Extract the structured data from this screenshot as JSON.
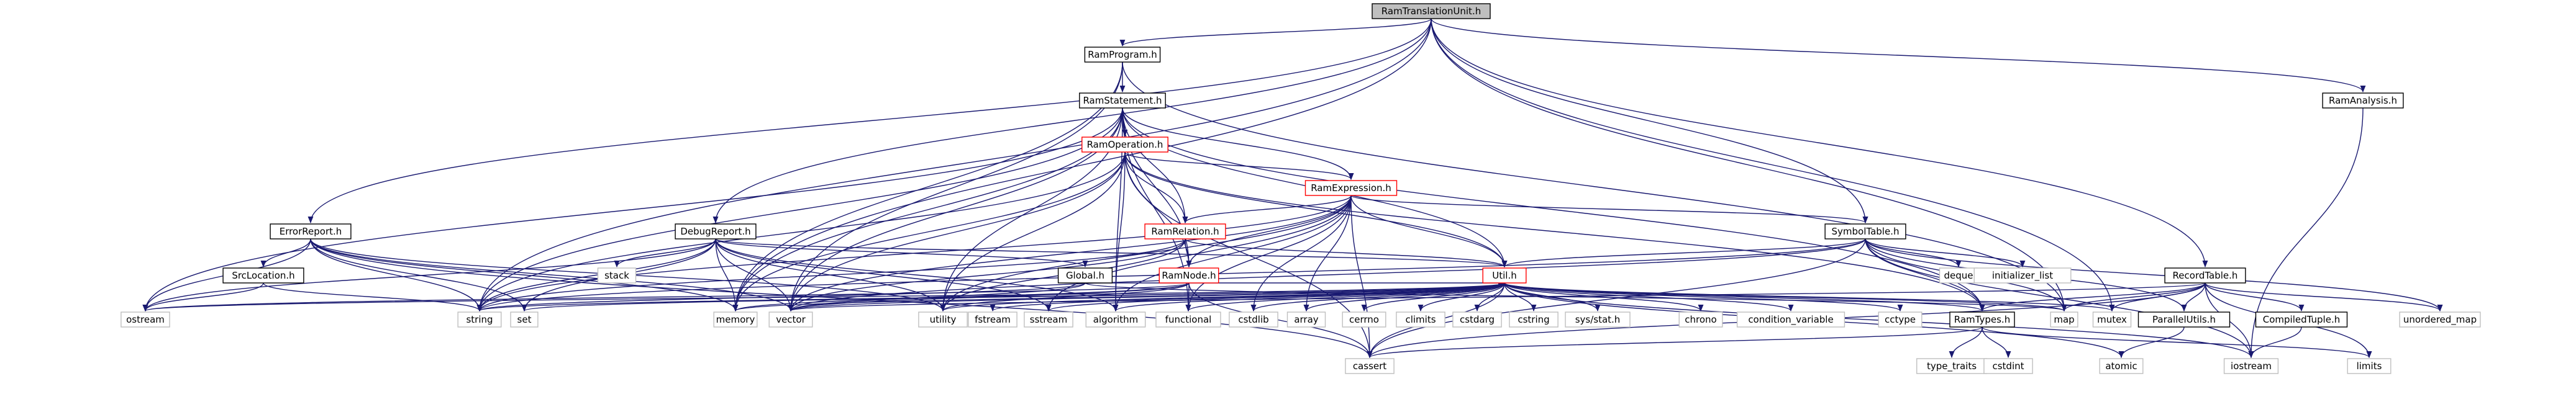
{
  "nodes": [
    {
      "id": "RamTranslationUnit.h",
      "label": "RamTranslationUnit.h",
      "style": "root"
    },
    {
      "id": "RamProgram.h",
      "label": "RamProgram.h",
      "style": "normal"
    },
    {
      "id": "RamStatement.h",
      "label": "RamStatement.h",
      "style": "normal"
    },
    {
      "id": "RamOperation.h",
      "label": "RamOperation.h",
      "style": "red"
    },
    {
      "id": "RamExpression.h",
      "label": "RamExpression.h",
      "style": "red"
    },
    {
      "id": "RamRelation.h",
      "label": "RamRelation.h",
      "style": "red"
    },
    {
      "id": "RamNode.h",
      "label": "RamNode.h",
      "style": "red"
    },
    {
      "id": "Util.h",
      "label": "Util.h",
      "style": "red"
    },
    {
      "id": "ErrorReport.h",
      "label": "ErrorReport.h",
      "style": "normal"
    },
    {
      "id": "SrcLocation.h",
      "label": "SrcLocation.h",
      "style": "normal"
    },
    {
      "id": "DebugReport.h",
      "label": "DebugReport.h",
      "style": "normal"
    },
    {
      "id": "Global.h",
      "label": "Global.h",
      "style": "normal"
    },
    {
      "id": "SymbolTable.h",
      "label": "SymbolTable.h",
      "style": "normal"
    },
    {
      "id": "RamTypes.h",
      "label": "RamTypes.h",
      "style": "normal"
    },
    {
      "id": "RecordTable.h",
      "label": "RecordTable.h",
      "style": "normal"
    },
    {
      "id": "ParallelUtils.h",
      "label": "ParallelUtils.h",
      "style": "normal"
    },
    {
      "id": "CompiledTuple.h",
      "label": "CompiledTuple.h",
      "style": "normal"
    },
    {
      "id": "RamAnalysis.h",
      "label": "RamAnalysis.h",
      "style": "normal"
    },
    {
      "id": "ostream",
      "label": "ostream",
      "style": "sys"
    },
    {
      "id": "string",
      "label": "string",
      "style": "sys"
    },
    {
      "id": "set",
      "label": "set",
      "style": "sys"
    },
    {
      "id": "memory",
      "label": "memory",
      "style": "sys"
    },
    {
      "id": "vector",
      "label": "vector",
      "style": "sys"
    },
    {
      "id": "utility",
      "label": "utility",
      "style": "sys"
    },
    {
      "id": "fstream",
      "label": "fstream",
      "style": "sys"
    },
    {
      "id": "sstream",
      "label": "sstream",
      "style": "sys"
    },
    {
      "id": "algorithm",
      "label": "algorithm",
      "style": "sys"
    },
    {
      "id": "functional",
      "label": "functional",
      "style": "sys"
    },
    {
      "id": "cstdlib",
      "label": "cstdlib",
      "style": "sys"
    },
    {
      "id": "array",
      "label": "array",
      "style": "sys"
    },
    {
      "id": "cerrno",
      "label": "cerrno",
      "style": "sys"
    },
    {
      "id": "climits",
      "label": "climits",
      "style": "sys"
    },
    {
      "id": "cstdarg",
      "label": "cstdarg",
      "style": "sys"
    },
    {
      "id": "cstring",
      "label": "cstring",
      "style": "sys"
    },
    {
      "id": "sys/stat.h",
      "label": "sys/stat.h",
      "style": "sys"
    },
    {
      "id": "chrono",
      "label": "chrono",
      "style": "sys"
    },
    {
      "id": "condition_variable",
      "label": "condition_variable",
      "style": "sys"
    },
    {
      "id": "cctype",
      "label": "cctype",
      "style": "sys"
    },
    {
      "id": "map",
      "label": "map",
      "style": "sys"
    },
    {
      "id": "mutex",
      "label": "mutex",
      "style": "sys"
    },
    {
      "id": "unordered_map",
      "label": "unordered_map",
      "style": "sys"
    },
    {
      "id": "stack",
      "label": "stack",
      "style": "sys"
    },
    {
      "id": "deque",
      "label": "deque",
      "style": "sys"
    },
    {
      "id": "initializer_list",
      "label": "initializer_list",
      "style": "sys"
    },
    {
      "id": "cassert",
      "label": "cassert",
      "style": "sys"
    },
    {
      "id": "type_traits",
      "label": "type_traits",
      "style": "sys"
    },
    {
      "id": "cstdint",
      "label": "cstdint",
      "style": "sys"
    },
    {
      "id": "atomic",
      "label": "atomic",
      "style": "sys"
    },
    {
      "id": "iostream",
      "label": "iostream",
      "style": "sys"
    },
    {
      "id": "limits",
      "label": "limits",
      "style": "sys"
    }
  ],
  "edges": [
    [
      "RamTranslationUnit.h",
      "RamProgram.h"
    ],
    [
      "RamTranslationUnit.h",
      "ErrorReport.h"
    ],
    [
      "RamTranslationUnit.h",
      "DebugReport.h"
    ],
    [
      "RamTranslationUnit.h",
      "SymbolTable.h"
    ],
    [
      "RamTranslationUnit.h",
      "RecordTable.h"
    ],
    [
      "RamTranslationUnit.h",
      "RamAnalysis.h"
    ],
    [
      "RamTranslationUnit.h",
      "string"
    ],
    [
      "RamTranslationUnit.h",
      "map"
    ],
    [
      "RamTranslationUnit.h",
      "mutex"
    ],
    [
      "RamTranslationUnit.h",
      "memory"
    ],
    [
      "RamProgram.h",
      "RamStatement.h"
    ],
    [
      "RamProgram.h",
      "vector"
    ],
    [
      "RamProgram.h",
      "memory"
    ],
    [
      "RamProgram.h",
      "map"
    ],
    [
      "RamStatement.h",
      "RamOperation.h"
    ],
    [
      "RamStatement.h",
      "RamExpression.h"
    ],
    [
      "RamStatement.h",
      "RamRelation.h"
    ],
    [
      "RamStatement.h",
      "RamNode.h"
    ],
    [
      "RamStatement.h",
      "Util.h"
    ],
    [
      "RamStatement.h",
      "RamTypes.h"
    ],
    [
      "RamStatement.h",
      "ostream"
    ],
    [
      "RamStatement.h",
      "string"
    ],
    [
      "RamStatement.h",
      "memory"
    ],
    [
      "RamStatement.h",
      "vector"
    ],
    [
      "RamStatement.h",
      "utility"
    ],
    [
      "RamStatement.h",
      "algorithm"
    ],
    [
      "RamStatement.h",
      "functional"
    ],
    [
      "RamOperation.h",
      "RamExpression.h"
    ],
    [
      "RamOperation.h",
      "RamRelation.h"
    ],
    [
      "RamOperation.h",
      "RamNode.h"
    ],
    [
      "RamOperation.h",
      "Util.h"
    ],
    [
      "RamOperation.h",
      "string"
    ],
    [
      "RamOperation.h",
      "memory"
    ],
    [
      "RamOperation.h",
      "vector"
    ],
    [
      "RamOperation.h",
      "cassert"
    ],
    [
      "RamOperation.h",
      "utility"
    ],
    [
      "RamOperation.h",
      "algorithm"
    ],
    [
      "RamOperation.h",
      "RamTypes.h"
    ],
    [
      "RamExpression.h",
      "RamRelation.h"
    ],
    [
      "RamExpression.h",
      "RamNode.h"
    ],
    [
      "RamExpression.h",
      "Util.h"
    ],
    [
      "RamExpression.h",
      "SymbolTable.h"
    ],
    [
      "RamExpression.h",
      "string"
    ],
    [
      "RamExpression.h",
      "vector"
    ],
    [
      "RamExpression.h",
      "utility"
    ],
    [
      "RamExpression.h",
      "algorithm"
    ],
    [
      "RamExpression.h",
      "array"
    ],
    [
      "RamExpression.h",
      "cassert"
    ],
    [
      "RamExpression.h",
      "cstdlib"
    ],
    [
      "RamExpression.h",
      "sstream"
    ],
    [
      "RamExpression.h",
      "functional"
    ],
    [
      "RamRelation.h",
      "RamNode.h"
    ],
    [
      "RamRelation.h",
      "Util.h"
    ],
    [
      "RamRelation.h",
      "string"
    ],
    [
      "RamRelation.h",
      "vector"
    ],
    [
      "RamRelation.h",
      "utility"
    ],
    [
      "RamNode.h",
      "vector"
    ],
    [
      "RamNode.h",
      "functional"
    ],
    [
      "RamNode.h",
      "utility"
    ],
    [
      "RamNode.h",
      "memory"
    ],
    [
      "RamNode.h",
      "cassert"
    ],
    [
      "RamNode.h",
      "ostream"
    ],
    [
      "Util.h",
      "algorithm"
    ],
    [
      "Util.h",
      "array"
    ],
    [
      "Util.h",
      "cassert"
    ],
    [
      "Util.h",
      "cctype"
    ],
    [
      "Util.h",
      "cerrno"
    ],
    [
      "Util.h",
      "chrono"
    ],
    [
      "Util.h",
      "climits"
    ],
    [
      "Util.h",
      "condition_variable"
    ],
    [
      "Util.h",
      "cstdarg"
    ],
    [
      "Util.h",
      "cstdlib"
    ],
    [
      "Util.h",
      "cstring"
    ],
    [
      "Util.h",
      "fstream"
    ],
    [
      "Util.h",
      "functional"
    ],
    [
      "Util.h",
      "iostream"
    ],
    [
      "Util.h",
      "map"
    ],
    [
      "Util.h",
      "memory"
    ],
    [
      "Util.h",
      "mutex"
    ],
    [
      "Util.h",
      "set"
    ],
    [
      "Util.h",
      "sstream"
    ],
    [
      "Util.h",
      "string"
    ],
    [
      "Util.h",
      "utility"
    ],
    [
      "Util.h",
      "vector"
    ],
    [
      "Util.h",
      "sys/stat.h"
    ],
    [
      "Util.h",
      "RamTypes.h"
    ],
    [
      "Util.h",
      "ostream"
    ],
    [
      "Util.h",
      "atomic"
    ],
    [
      "ErrorReport.h",
      "SrcLocation.h"
    ],
    [
      "ErrorReport.h",
      "ostream"
    ],
    [
      "ErrorReport.h",
      "string"
    ],
    [
      "ErrorReport.h",
      "set"
    ],
    [
      "ErrorReport.h",
      "memory"
    ],
    [
      "ErrorReport.h",
      "vector"
    ],
    [
      "ErrorReport.h",
      "utility"
    ],
    [
      "ErrorReport.h",
      "cassert"
    ],
    [
      "SrcLocation.h",
      "ostream"
    ],
    [
      "SrcLocation.h",
      "string"
    ],
    [
      "DebugReport.h",
      "Global.h"
    ],
    [
      "DebugReport.h",
      "Util.h"
    ],
    [
      "DebugReport.h",
      "ostream"
    ],
    [
      "DebugReport.h",
      "string"
    ],
    [
      "DebugReport.h",
      "set"
    ],
    [
      "DebugReport.h",
      "memory"
    ],
    [
      "DebugReport.h",
      "vector"
    ],
    [
      "DebugReport.h",
      "sstream"
    ],
    [
      "DebugReport.h",
      "stack"
    ],
    [
      "DebugReport.h",
      "utility"
    ],
    [
      "DebugReport.h",
      "algorithm"
    ],
    [
      "Global.h",
      "Util.h"
    ],
    [
      "Global.h",
      "string"
    ],
    [
      "Global.h",
      "vector"
    ],
    [
      "Global.h",
      "map"
    ],
    [
      "SymbolTable.h",
      "Util.h"
    ],
    [
      "SymbolTable.h",
      "RamTypes.h"
    ],
    [
      "SymbolTable.h",
      "ParallelUtils.h"
    ],
    [
      "SymbolTable.h",
      "deque"
    ],
    [
      "SymbolTable.h",
      "initializer_list"
    ],
    [
      "SymbolTable.h",
      "string"
    ],
    [
      "SymbolTable.h",
      "unordered_map"
    ],
    [
      "SymbolTable.h",
      "cassert"
    ],
    [
      "SymbolTable.h",
      "iostream"
    ],
    [
      "SymbolTable.h",
      "vector"
    ],
    [
      "SymbolTable.h",
      "map"
    ],
    [
      "RamTypes.h",
      "type_traits"
    ],
    [
      "RamTypes.h",
      "cstdint"
    ],
    [
      "RamTypes.h",
      "limits"
    ],
    [
      "RamTypes.h",
      "cassert"
    ],
    [
      "RecordTable.h",
      "CompiledTuple.h"
    ],
    [
      "RecordTable.h",
      "ParallelUtils.h"
    ],
    [
      "RecordTable.h",
      "RamTypes.h"
    ],
    [
      "RecordTable.h",
      "unordered_map"
    ],
    [
      "RecordTable.h",
      "map"
    ],
    [
      "RecordTable.h",
      "vector"
    ],
    [
      "RecordTable.h",
      "cassert"
    ],
    [
      "RecordTable.h",
      "iostream"
    ],
    [
      "RecordTable.h",
      "limits"
    ],
    [
      "RecordTable.h",
      "mutex"
    ],
    [
      "ParallelUtils.h",
      "atomic"
    ],
    [
      "CompiledTuple.h",
      "iostream"
    ],
    [
      "RamAnalysis.h",
      "iostream"
    ]
  ],
  "colors": {
    "edge": "#191970",
    "root_fill": "#bfbfbf",
    "red_border": "#ff0000",
    "normal_border": "#000000",
    "sys_border": "#bfbfbf"
  }
}
